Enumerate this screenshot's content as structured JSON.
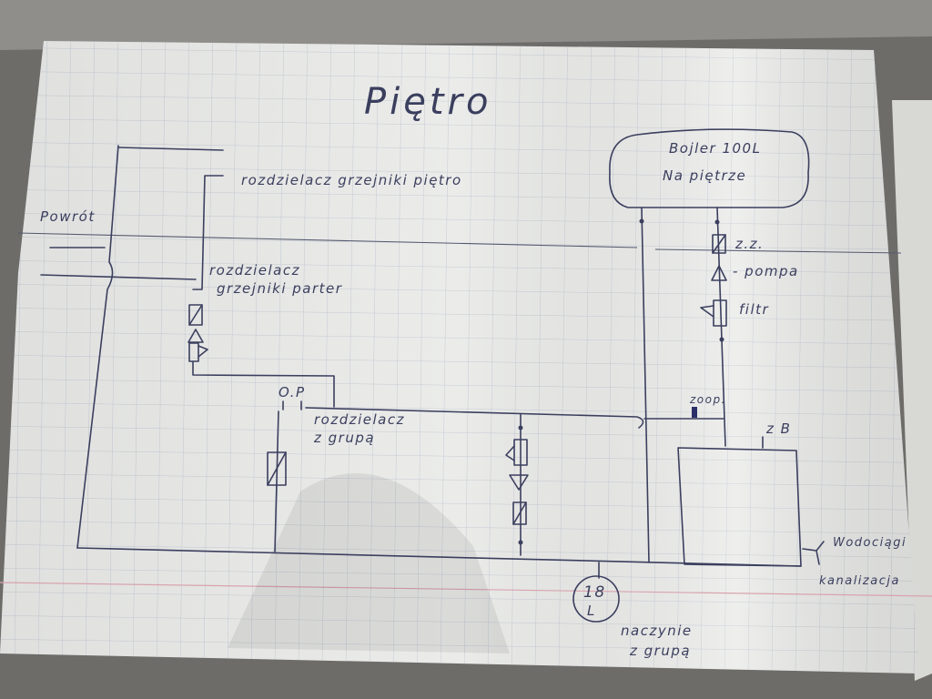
{
  "title": "Piętro",
  "labels": {
    "rozdzielacz_pietro": "rozdzielacz grzejniki piętro",
    "powrot": "Powrót",
    "rozdzielacz_parter_1": "rozdzielacz",
    "rozdzielacz_parter_2": "grzejniki parter",
    "op": "O.P",
    "rozdzielacz_grupa_1": "rozdzielacz",
    "rozdzielacz_grupa_2": "z grupą",
    "bojler_1": "Bojler 100L",
    "bojler_2": "Na piętrze",
    "zz": "z.z.",
    "pompa": "- pompa",
    "filtr": "filtr",
    "zoop": "zoop.",
    "zb": "z B",
    "wodociagi": "Wodociągi",
    "kanalizacja": "kanalizacja",
    "naczynie_value": "18",
    "naczynie_unit": "L",
    "naczynie_1": "naczynie",
    "naczynie_2": "z grupą"
  },
  "colors": {
    "ink": "#3b3f5e",
    "paper": "#ecedeb",
    "grid": "#c9cdd6"
  }
}
